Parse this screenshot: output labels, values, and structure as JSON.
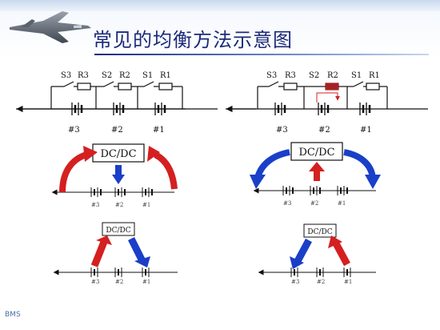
{
  "slide": {
    "title": "常见的均衡方法示意图",
    "watermark": "BMS"
  },
  "left_circuit": {
    "switches": [
      "S3",
      "S2",
      "S1"
    ],
    "resistors": [
      "R3",
      "R2",
      "R1"
    ],
    "cells": [
      "#3",
      "#2",
      "#1"
    ]
  },
  "right_circuit": {
    "switches": [
      "S3",
      "S2",
      "S1"
    ],
    "resistors": [
      "R3",
      "R2",
      "R1"
    ],
    "cells": [
      "#3",
      "#2",
      "#1"
    ],
    "active_resistor": "R2"
  },
  "converters": {
    "mid_left": "DC/DC",
    "mid_right": "DC/DC",
    "bottom_left": "DC/DC",
    "bottom_right": "DC/DC"
  },
  "small_cells": [
    "#3",
    "#2",
    "#1"
  ],
  "colors": {
    "title": "#1b2a7a",
    "red_arrow": "#d42020",
    "blue_arrow": "#1a3fc8",
    "active_resistor": "#a52222"
  }
}
